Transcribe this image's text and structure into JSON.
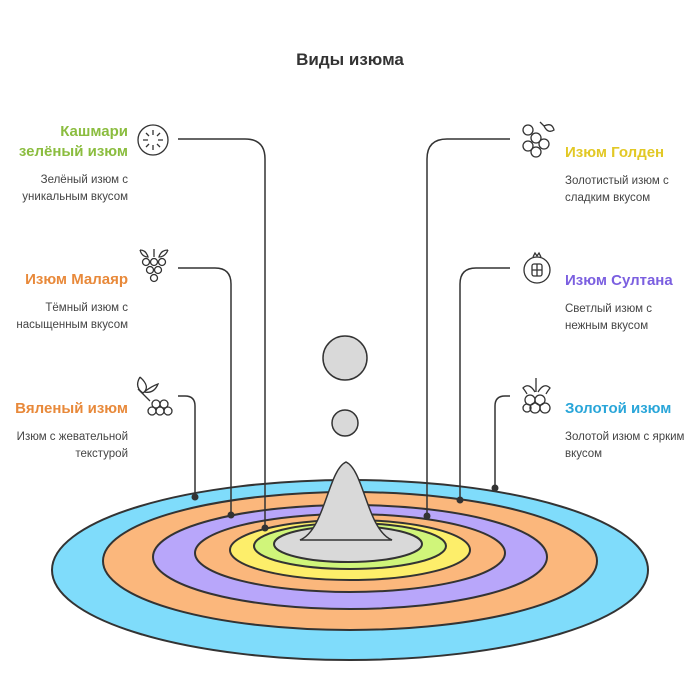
{
  "title": "Виды изюма",
  "left_items": [
    {
      "title": "Кашмари зелёный изюм",
      "description": "Зелёный изюм с уникальным вкусом",
      "color": "#8bbd3f",
      "icon": "kiwi-slice-icon"
    },
    {
      "title": "Изюм Малаяр",
      "description": "Тёмный изюм с насыщенным вкусом",
      "color": "#e8893a",
      "icon": "grape-bunch-icon"
    },
    {
      "title": "Вяленый изюм",
      "description": "Изюм с жевательной текстурой",
      "color": "#e8893a",
      "icon": "leaf-berries-icon"
    }
  ],
  "right_items": [
    {
      "title": "Изюм Голден",
      "description": "Золотистый изюм с сладким вкусом",
      "color": "#e2c825",
      "icon": "grapes-icon"
    },
    {
      "title": "Изюм Султана",
      "description": "Светлый изюм с нежным вкусом",
      "color": "#7b5fe0",
      "icon": "pomegranate-icon"
    },
    {
      "title": "Золотой изюм",
      "description": "Золотой изюм с ярким вкусом",
      "color": "#2aa6d9",
      "icon": "currant-icon"
    }
  ],
  "rings": [
    "#7fdcfb",
    "#fbb77c",
    "#b8a6fa",
    "#fbb77c",
    "#fdee6a",
    "#d0f57a",
    "#d9d9d9"
  ]
}
